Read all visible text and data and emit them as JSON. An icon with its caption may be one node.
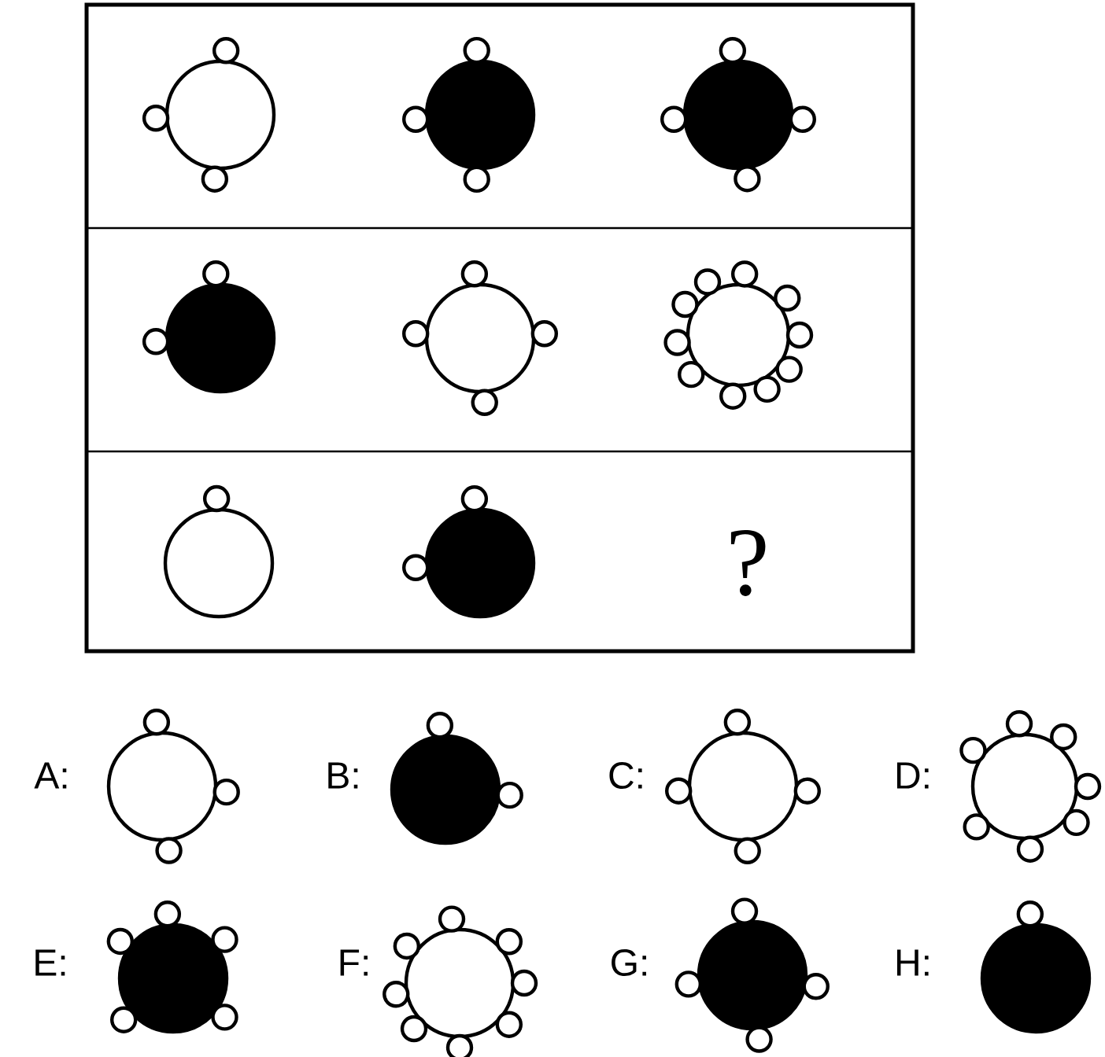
{
  "diagram": {
    "labels": [
      "?",
      "A:",
      "B:",
      "C:",
      "D:",
      "E:",
      "F:",
      "G:",
      "H:"
    ]
  }
}
